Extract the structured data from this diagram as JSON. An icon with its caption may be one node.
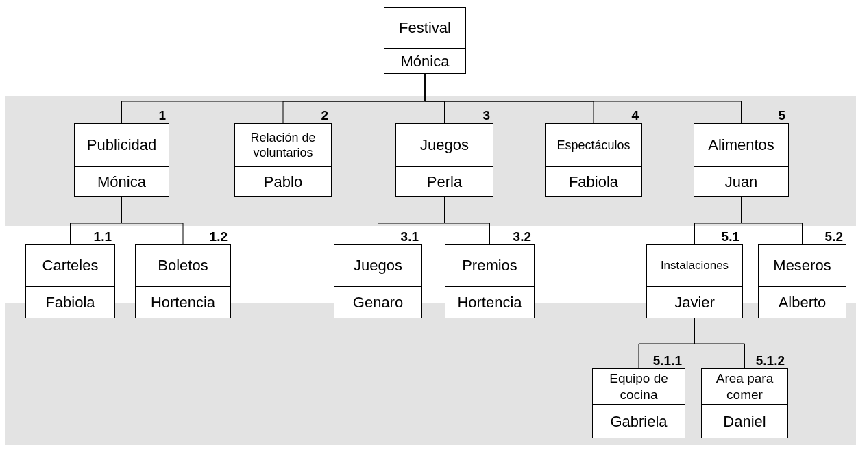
{
  "diagram": {
    "nodes": [
      {
        "text": [
          "Festival",
          "Mónica"
        ]
      },
      {
        "text": [
          "Publicidad",
          "Mónica"
        ],
        "beside": [
          "1"
        ]
      },
      {
        "text": [
          "Relación de voluntarios",
          "Pablo"
        ],
        "beside": [
          "2"
        ]
      },
      {
        "text": [
          "Juegos",
          "Perla"
        ],
        "beside": [
          "3"
        ]
      },
      {
        "text": [
          "Espectáculos",
          "Fabiola"
        ],
        "beside": [
          "4"
        ]
      },
      {
        "text": [
          "Alimentos",
          "Juan"
        ],
        "beside": [
          "5"
        ]
      },
      {
        "text": [
          "Carteles",
          "Fabiola"
        ],
        "beside": [
          "1.1"
        ]
      },
      {
        "text": [
          "Boletos",
          "Hortencia"
        ],
        "beside": [
          "1.2"
        ]
      },
      {
        "text": [
          "Juegos",
          "Genaro"
        ],
        "beside": [
          "3.1"
        ]
      },
      {
        "text": [
          "Premios",
          "Hortencia"
        ],
        "beside": [
          "3.2"
        ]
      },
      {
        "text": [
          "Instalaciones",
          "Javier"
        ],
        "beside": [
          "5.1"
        ]
      },
      {
        "text": [
          "Meseros",
          "Alberto"
        ],
        "beside": [
          "5.2"
        ]
      },
      {
        "text": [
          "Equipo de cocina",
          "Gabriela"
        ],
        "beside": [
          "5.1.1"
        ]
      },
      {
        "text": [
          "Area para comer",
          "Daniel"
        ],
        "beside": [
          "5.1.2"
        ]
      }
    ],
    "edges": [
      {
        "from": 0,
        "to": 1,
        "arrow": "none"
      },
      {
        "from": 0,
        "to": 2,
        "arrow": "none"
      },
      {
        "from": 0,
        "to": 3,
        "arrow": "none"
      },
      {
        "from": 0,
        "to": 4,
        "arrow": "none"
      },
      {
        "from": 0,
        "to": 5,
        "arrow": "none"
      },
      {
        "from": 1,
        "to": 6,
        "arrow": "none"
      },
      {
        "from": 1,
        "to": 7,
        "arrow": "none"
      },
      {
        "from": 3,
        "to": 8,
        "arrow": "none"
      },
      {
        "from": 3,
        "to": 9,
        "arrow": "none"
      },
      {
        "from": 5,
        "to": 10,
        "arrow": "none"
      },
      {
        "from": 5,
        "to": 11,
        "arrow": "none"
      },
      {
        "from": 10,
        "to": 12,
        "arrow": "none"
      },
      {
        "from": 10,
        "to": 13,
        "arrow": "none"
      }
    ]
  }
}
